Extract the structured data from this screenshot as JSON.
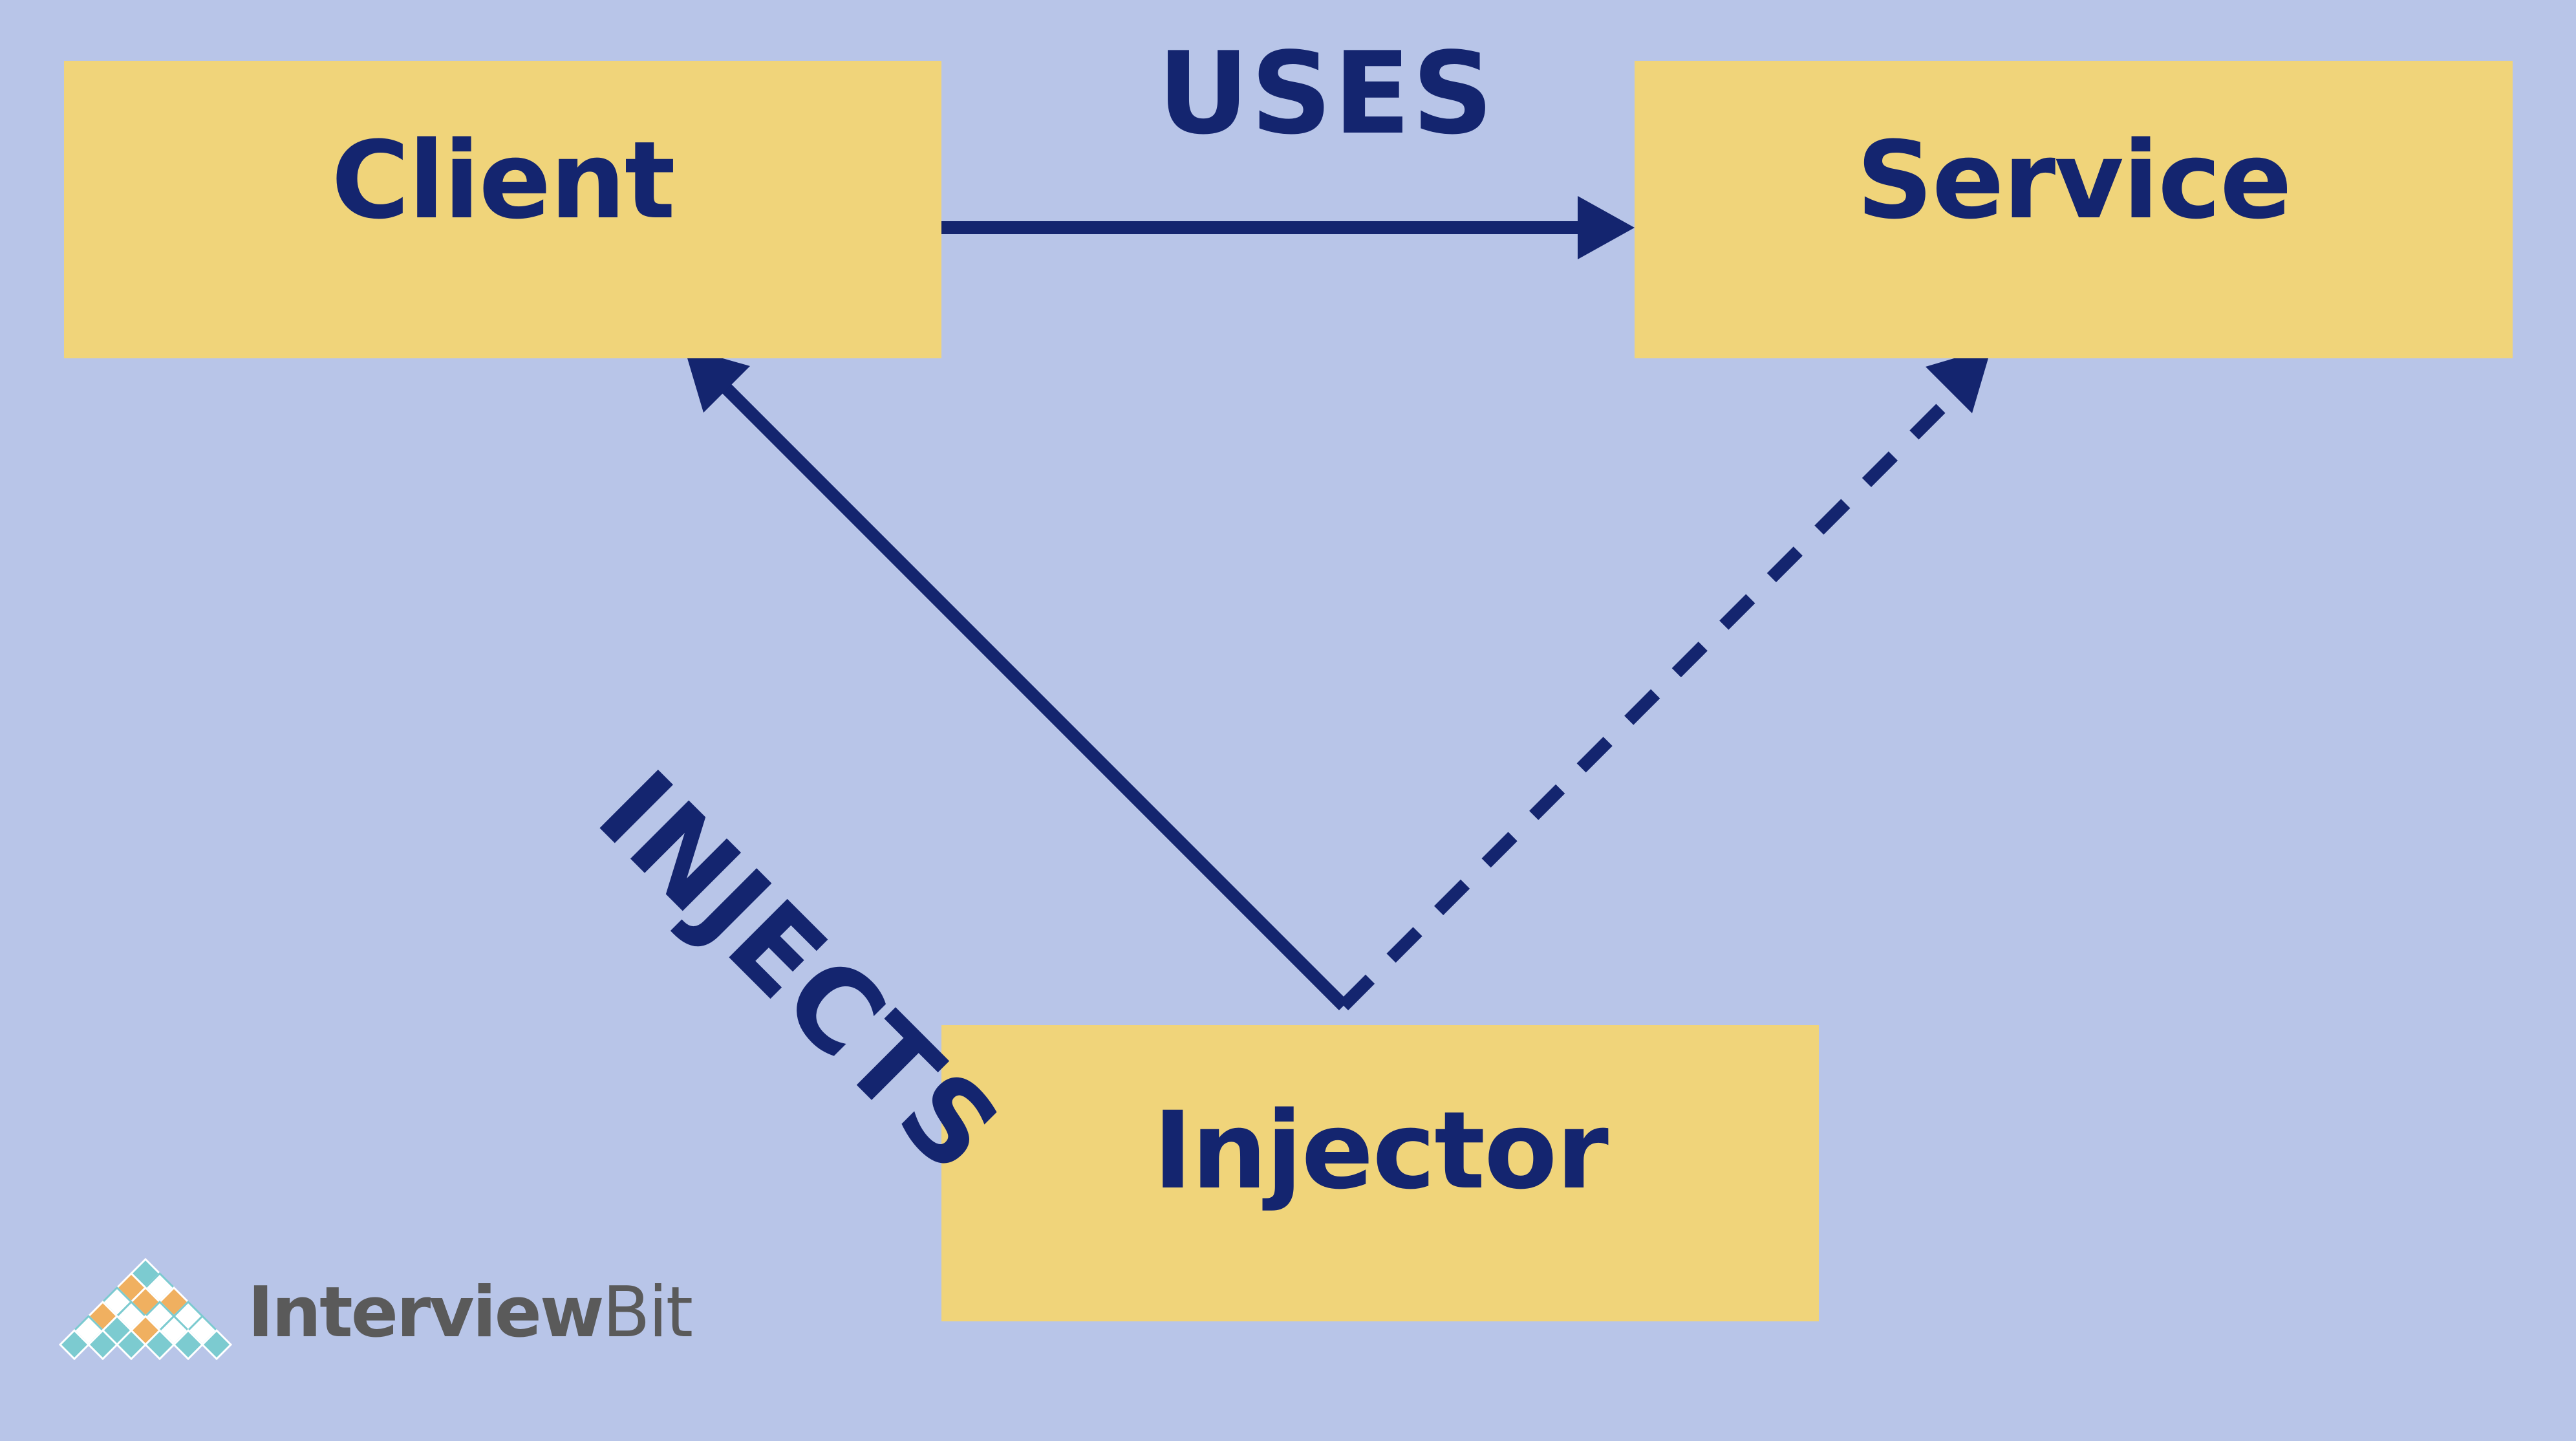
{
  "nodes": {
    "client": "Client",
    "service": "Service",
    "injector": "Injector"
  },
  "edges": {
    "uses": "USES",
    "injects": "INJECTS"
  },
  "logo": {
    "name_bold": "Interview",
    "name_light": "Bit"
  },
  "colors": {
    "background": "#b8c5e8",
    "box": "#f0d47a",
    "ink": "#14256f",
    "logo_text": "#5a5a5a",
    "logo_teal": "#7ccbd0",
    "logo_orange": "#f0b060"
  }
}
